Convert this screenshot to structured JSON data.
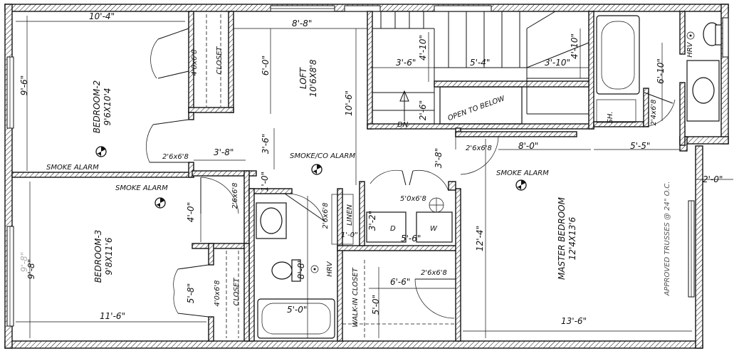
{
  "rooms": {
    "bedroom2_name": "BEDROOM-2",
    "bedroom2_size": "9'6X10'4",
    "bedroom3_name": "BEDROOM-3",
    "bedroom3_size": "9'8X11'6",
    "loft_name": "LOFT",
    "loft_size": "10'6X8'8",
    "master_name": "MASTER BEDROOM",
    "master_size": "12'4X13'6",
    "closet_top": "CLOSET",
    "closet_bottom": "CLOSET",
    "linen": "LINEN",
    "walkin": "WALK-IN CLOSET",
    "open_to_below": "OPEN TO BELOW",
    "shower": "SH.",
    "washer": "W",
    "dryer": "D",
    "hrv_main": "HRV",
    "hrv_ensuite": "HRV",
    "stair_dn": "DN"
  },
  "alarms": {
    "smoke_bed2": "SMOKE ALARM",
    "smoke_bed3": "SMOKE ALARM",
    "smoke_co_loft": "SMOKE/CO ALARM",
    "smoke_master": "SMOKE ALARM"
  },
  "doors": {
    "bed2_closet": "4'0x6'8",
    "bed2_entry": "2'6x6'8",
    "bed3_entry": "2'6x6'8",
    "bath_entry": "2'6x6'8",
    "laundry": "5'0x6'8",
    "laundry_side": "1'-0\"",
    "master_entry": "2'6x6'8",
    "walkin_door": "2'6x6'8",
    "bed3_closet": "4'0x6'8",
    "ensuite": "2'4x6'8"
  },
  "dimensions": {
    "bed2_width": "10'-4\"",
    "bed2_height": "9'-6\"",
    "loft_width": "8'-8\"",
    "loft_upper": "6'-0\"",
    "loft_height": "10'-6\"",
    "hall_width": "3'-8\"",
    "hall_depth": "3'-6\"",
    "hall_small": "1'-0\"",
    "stair_35": "3'-6\"",
    "stair_54": "5'-4\"",
    "stair_310": "3'-10\"",
    "stair_410a": "4'-10\"",
    "stair_410b": "4'-10\"",
    "stair_26": "2'-6\"",
    "loft_38": "3'-8\"",
    "ensuite_610": "6'-10\"",
    "master_80": "8'-0\"",
    "master_55": "5'-5\"",
    "exterior_20": "2'-0\"",
    "bed3_height_hidden": "9'-8\"",
    "bed3_height": "9'-8\"",
    "bed3_40": "4'-0\"",
    "bed3_width": "11'-6\"",
    "bed3_closet_side": "5'-8\"",
    "laundry_32": "3'-2\"",
    "laundry_56": "5'-6\"",
    "bath_88": "8'-8\"",
    "bath_tub_50": "5'-0\"",
    "walkin_66": "6'-6\"",
    "walkin_50": "5'-0\"",
    "master_124": "12'-4\"",
    "master_136": "13'-6\""
  },
  "notes": {
    "trusses": "APPROVED TRUSSES @ 24\" O.C."
  }
}
